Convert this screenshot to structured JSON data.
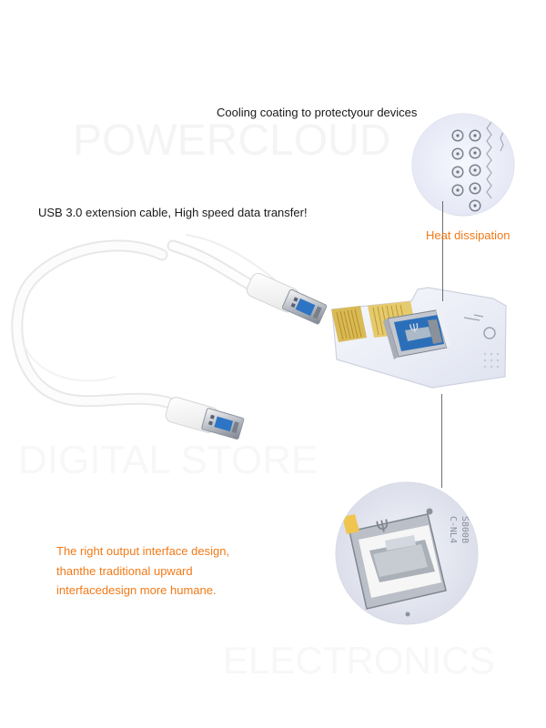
{
  "captions": {
    "top": "Cooling coating to protectyour devices",
    "cable": "USB 3.0 extension cable, High speed data transfer!",
    "heat": "Heat dissipation",
    "bottom": [
      "The right output interface design,",
      "thanthe traditional upward",
      "interfacedesign more humane."
    ]
  },
  "colors": {
    "orange": "#f07a18",
    "text": "#1a1a1a",
    "board": "#eef0f8",
    "usb_blue": "#2d74c4",
    "gold": "#d8b54b",
    "cable": "#f5f5f5"
  }
}
